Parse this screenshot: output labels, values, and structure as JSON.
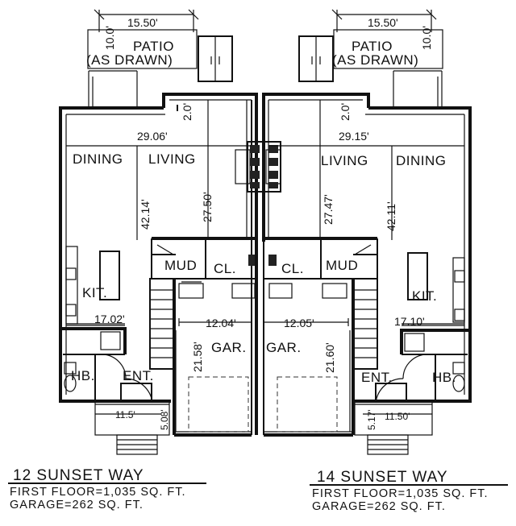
{
  "units": [
    {
      "address": "12 SUNSET WAY",
      "first_floor": "FIRST FLOOR=1,035 SQ. FT.",
      "garage": "GARAGE=262 SQ. FT.",
      "patio": {
        "label": "PATIO",
        "note": "(AS DRAWN)",
        "width": "15.50'",
        "depth": "10.0'"
      },
      "rooms": {
        "dining": "DINING",
        "living": "LIVING",
        "mud": "MUD",
        "closet": "CL.",
        "kitchen": "KIT.",
        "garage": "GAR.",
        "bath": "HB.",
        "entry": "ENT."
      },
      "dims": {
        "width_main": "29.06'",
        "depth_main": "42.14'",
        "depth_living": "27.50'",
        "bump": "2.0'",
        "kitchen": "17.02'",
        "garage_w": "12.04'",
        "garage_d": "21.58'",
        "porch_w": "11.5'",
        "porch_d": "5.08'"
      }
    },
    {
      "address": "14 SUNSET WAY",
      "first_floor": "FIRST FLOOR=1,035 SQ. FT.",
      "garage": "GARAGE=262 SQ. FT.",
      "patio": {
        "label": "PATIO",
        "note": "(AS DRAWN)",
        "width": "15.50'",
        "depth": "10.0'"
      },
      "rooms": {
        "dining": "DINING",
        "living": "LIVING",
        "mud": "MUD",
        "closet": "CL.",
        "kitchen": "KIT.",
        "garage": "GAR.",
        "bath": "HB.",
        "entry": "ENT."
      },
      "dims": {
        "width_main": "29.15'",
        "depth_main": "42.11'",
        "depth_living": "27.47'",
        "bump": "2.0'",
        "kitchen": "17.10'",
        "garage_w": "12.05'",
        "garage_d": "21.60'",
        "porch_w": "11.50'",
        "porch_d": "5.17'"
      }
    }
  ]
}
